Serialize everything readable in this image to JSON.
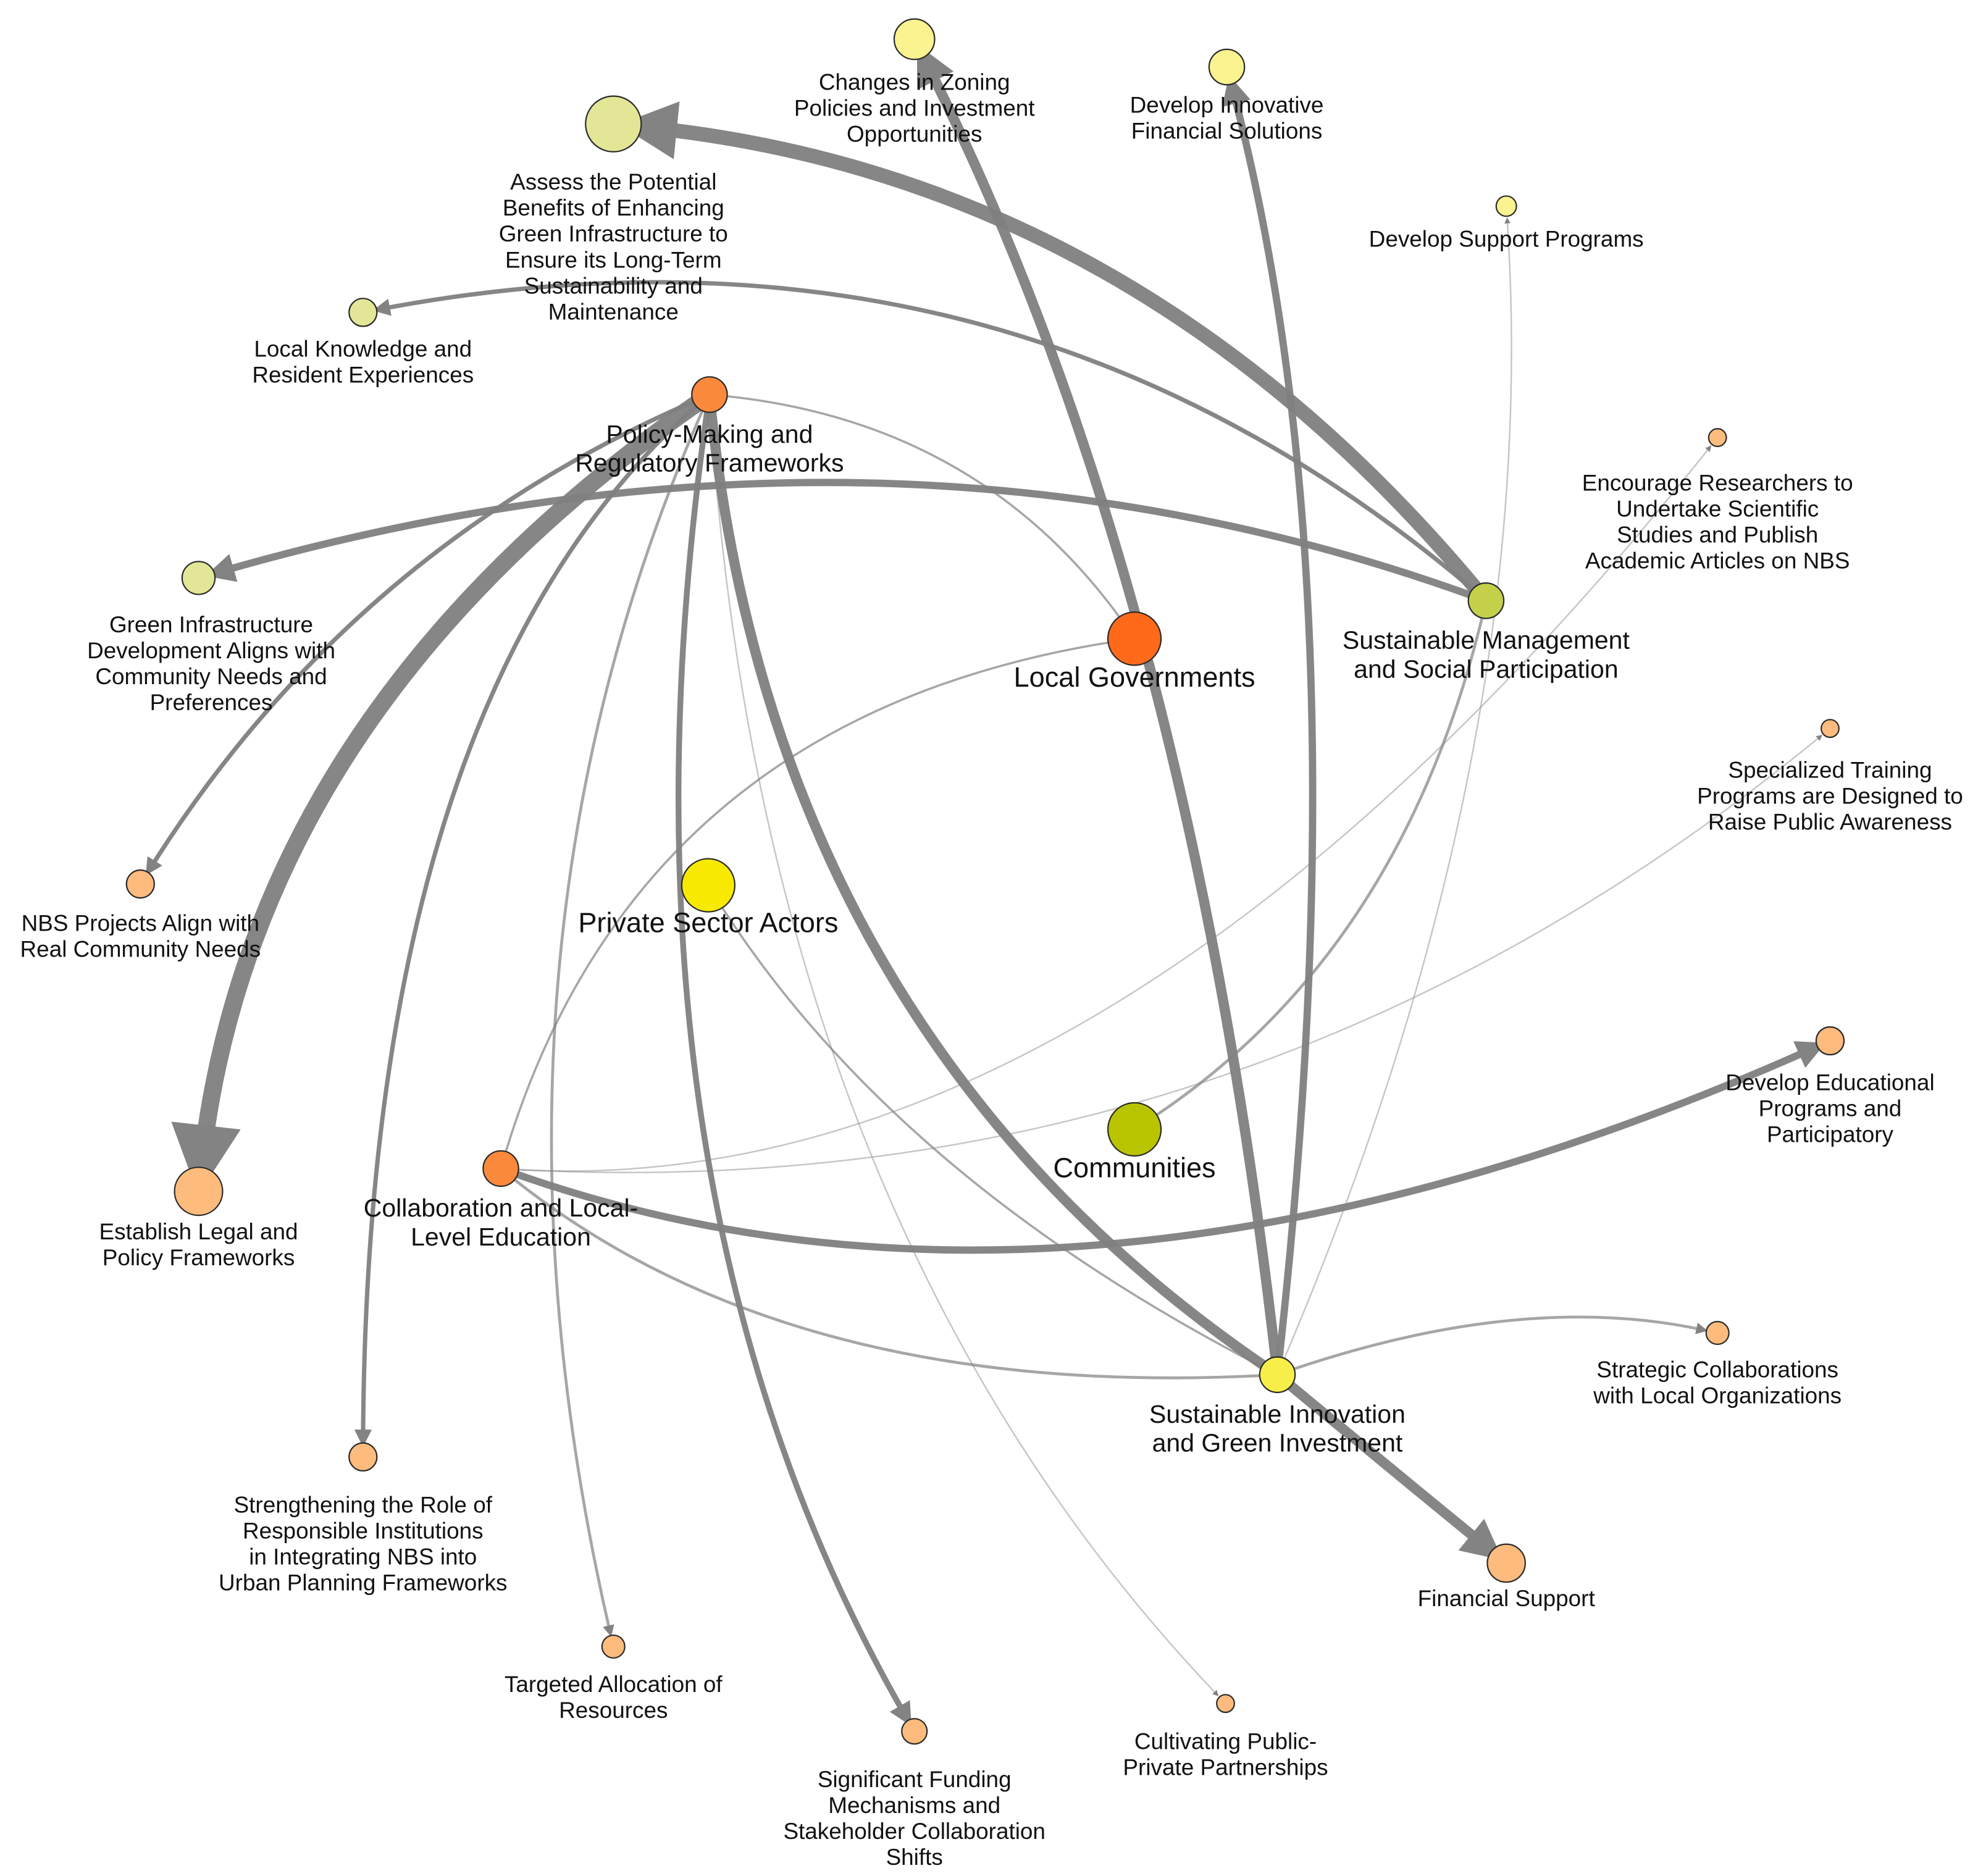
{
  "nodes": [
    {
      "id": "local_gov",
      "label": [
        "Local Governments"
      ],
      "color": "#ff6a1a",
      "category": "actor"
    },
    {
      "id": "private",
      "label": [
        "Private Sector Actors"
      ],
      "color": "#f7ea00",
      "category": "actor"
    },
    {
      "id": "communities",
      "label": [
        "Communities"
      ],
      "color": "#b8c400",
      "category": "actor"
    },
    {
      "id": "policy",
      "label": [
        "Policy-Making and",
        "Regulatory Frameworks"
      ],
      "color": "#fb8a3c",
      "category": "theme"
    },
    {
      "id": "collab",
      "label": [
        "Collaboration and Local-",
        "Level Education"
      ],
      "color": "#fb8a3c",
      "category": "theme"
    },
    {
      "id": "sust_mgmt",
      "label": [
        "Sustainable Management",
        "and Social Participation"
      ],
      "color": "#c4d04a",
      "category": "theme"
    },
    {
      "id": "sust_innov",
      "label": [
        "Sustainable Innovation",
        "and Green Investment"
      ],
      "color": "#f8ee4a",
      "category": "theme"
    },
    {
      "id": "assess",
      "label": [
        "Assess the Potential",
        "Benefits of Enhancing",
        "Green Infrastructure to",
        "Ensure its Long-Term",
        "Sustainability and",
        "Maintenance"
      ],
      "color": "#e3e696",
      "category": "outcome"
    },
    {
      "id": "zoning",
      "label": [
        "Changes in Zoning",
        "Policies and Investment",
        "Opportunities"
      ],
      "color": "#faf390",
      "category": "outcome"
    },
    {
      "id": "innov_fin",
      "label": [
        "Develop Innovative",
        "Financial Solutions"
      ],
      "color": "#faf390",
      "category": "outcome"
    },
    {
      "id": "support_prog",
      "label": [
        "Develop Support Programs"
      ],
      "color": "#faf390",
      "category": "outcome"
    },
    {
      "id": "local_know",
      "label": [
        "Local Knowledge and",
        "Resident Experiences"
      ],
      "color": "#e3e696",
      "category": "outcome"
    },
    {
      "id": "researchers",
      "label": [
        "Encourage Researchers to",
        "Undertake Scientific",
        "Studies and Publish",
        "Academic Articles on NBS"
      ],
      "color": "#fdbc7e",
      "category": "outcome"
    },
    {
      "id": "gi_dev",
      "label": [
        "Green Infrastructure",
        "Development Aligns with",
        "Community Needs and",
        "Preferences"
      ],
      "color": "#e3e696",
      "category": "outcome"
    },
    {
      "id": "training",
      "label": [
        "Specialized Training",
        "Programs are Designed to",
        "Raise Public Awareness"
      ],
      "color": "#fdbc7e",
      "category": "outcome"
    },
    {
      "id": "nbs_align",
      "label": [
        "NBS Projects Align with",
        "Real Community Needs"
      ],
      "color": "#fdbc7e",
      "category": "outcome"
    },
    {
      "id": "edu_prog",
      "label": [
        "Develop Educational",
        "Programs and",
        "Participatory"
      ],
      "color": "#fdbc7e",
      "category": "outcome"
    },
    {
      "id": "legal",
      "label": [
        "Establish Legal and",
        "Policy Frameworks"
      ],
      "color": "#fdbc7e",
      "category": "outcome"
    },
    {
      "id": "strategic",
      "label": [
        "Strategic Collaborations",
        "with Local Organizations"
      ],
      "color": "#fdbc7e",
      "category": "outcome"
    },
    {
      "id": "strengthen",
      "label": [
        "Strengthening the Role of",
        "Responsible Institutions",
        "in Integrating NBS into",
        "Urban Planning Frameworks"
      ],
      "color": "#fdbc7e",
      "category": "outcome"
    },
    {
      "id": "fin_support",
      "label": [
        "Financial Support"
      ],
      "color": "#fdbc7e",
      "category": "outcome"
    },
    {
      "id": "targeted",
      "label": [
        "Targeted Allocation of",
        "Resources"
      ],
      "color": "#fdbc7e",
      "category": "outcome"
    },
    {
      "id": "funding",
      "label": [
        "Significant Funding",
        "Mechanisms and",
        "Stakeholder Collaboration",
        "Shifts"
      ],
      "color": "#fdbc7e",
      "category": "outcome"
    },
    {
      "id": "ppp",
      "label": [
        "Cultivating Public-",
        "Private Partnerships"
      ],
      "color": "#fdbc7e",
      "category": "outcome"
    }
  ],
  "edges": [
    {
      "from": "sust_mgmt",
      "to": "assess",
      "weight": 10,
      "arrow": true
    },
    {
      "from": "sust_mgmt",
      "to": "local_know",
      "weight": 3,
      "arrow": true
    },
    {
      "from": "sust_mgmt",
      "to": "gi_dev",
      "weight": 5,
      "arrow": true
    },
    {
      "from": "sust_mgmt",
      "to": "communities",
      "weight": 2,
      "arrow": false
    },
    {
      "from": "sust_innov",
      "to": "zoning",
      "weight": 7,
      "arrow": true
    },
    {
      "from": "sust_innov",
      "to": "innov_fin",
      "weight": 5,
      "arrow": true
    },
    {
      "from": "sust_innov",
      "to": "support_prog",
      "weight": 1,
      "arrow": true
    },
    {
      "from": "sust_innov",
      "to": "strategic",
      "weight": 2,
      "arrow": true
    },
    {
      "from": "sust_innov",
      "to": "fin_support",
      "weight": 7,
      "arrow": true
    },
    {
      "from": "policy",
      "to": "sust_innov",
      "weight": 7,
      "arrow": false
    },
    {
      "from": "policy",
      "to": "legal",
      "weight": 12,
      "arrow": true
    },
    {
      "from": "policy",
      "to": "nbs_align",
      "weight": 3,
      "arrow": true
    },
    {
      "from": "policy",
      "to": "strengthen",
      "weight": 3,
      "arrow": true
    },
    {
      "from": "policy",
      "to": "targeted",
      "weight": 2,
      "arrow": true
    },
    {
      "from": "policy",
      "to": "funding",
      "weight": 4,
      "arrow": true
    },
    {
      "from": "policy",
      "to": "ppp",
      "weight": 1,
      "arrow": true
    },
    {
      "from": "policy",
      "to": "local_gov",
      "weight": 1.5,
      "arrow": false
    },
    {
      "from": "collab",
      "to": "edu_prog",
      "weight": 5,
      "arrow": true
    },
    {
      "from": "collab",
      "to": "researchers",
      "weight": 1,
      "arrow": true
    },
    {
      "from": "collab",
      "to": "training",
      "weight": 1,
      "arrow": true
    },
    {
      "from": "collab",
      "to": "sust_innov",
      "weight": 2,
      "arrow": false
    },
    {
      "from": "collab",
      "to": "local_gov",
      "weight": 1.5,
      "arrow": false
    },
    {
      "from": "private",
      "to": "sust_innov",
      "weight": 1.5,
      "arrow": false
    }
  ]
}
